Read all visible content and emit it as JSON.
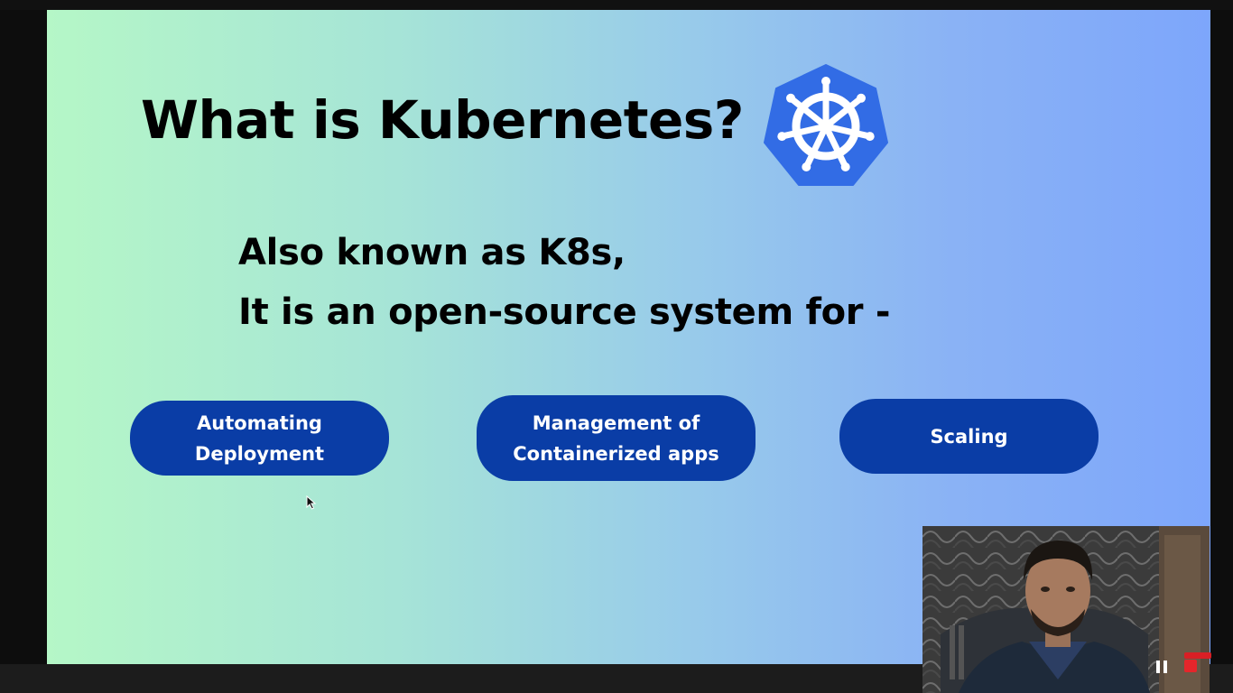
{
  "slide": {
    "title": "What is Kubernetes?",
    "subtitle_line1": "Also known as K8s,",
    "subtitle_line2": "It is an open-source system for -",
    "logo_icon": "kubernetes-helm-icon",
    "pills": [
      {
        "label": "Automating\nDeployment"
      },
      {
        "label": "Management of\nContainerized apps"
      },
      {
        "label": "Scaling"
      }
    ]
  },
  "webcam": {
    "pause_icon": "pause-icon",
    "stop_icon": "stop-icon"
  },
  "colors": {
    "pill_bg": "#0a3da6",
    "logo_blue": "#326ce5",
    "gradient_start": "#b5f7c7",
    "gradient_end": "#7da6fb"
  }
}
